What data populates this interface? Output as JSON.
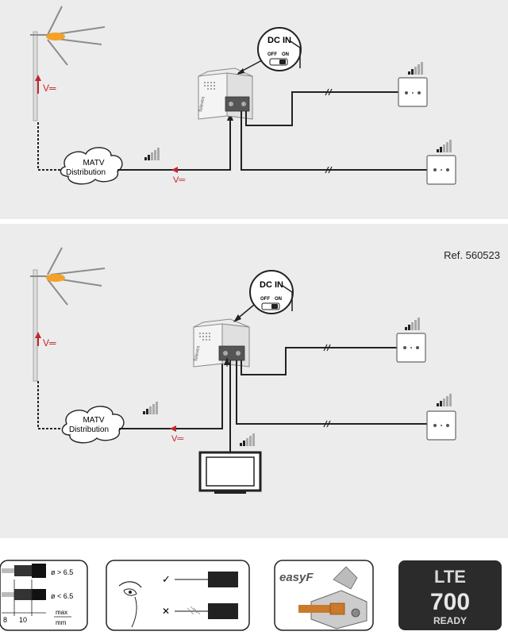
{
  "diagram_top": {
    "dc_in_label": "DC IN",
    "switch_off_label": "OFF",
    "switch_on_label": "ON",
    "voltage_label": "V═",
    "voltage_label_2": "V═",
    "matv_line1": "MATV",
    "matv_line2": "Distribution",
    "brand_label": "Televes"
  },
  "diagram_bottom": {
    "ref_label": "Ref. 560523",
    "dc_in_label": "DC IN",
    "switch_off_label": "OFF",
    "switch_on_label": "ON",
    "voltage_label": "V═",
    "voltage_label_2": "V═",
    "matv_line1": "MATV",
    "matv_line2": "Distribution",
    "brand_label": "Televes"
  },
  "footer": {
    "cable_diam_large": "ø > 6.5",
    "cable_diam_small": "ø < 6.5",
    "dim_8": "8",
    "dim_10": "10",
    "dim_max": "max",
    "dim_mm": "mm",
    "check_mark": "✓",
    "cross_mark": "✕",
    "easyf_label": "easyF",
    "lte_line1": "LTE",
    "lte_line2": "700",
    "lte_line3": "READY"
  },
  "colors": {
    "panel_bg": "#ececec",
    "arrow_red": "#c0272d",
    "antenna_orange": "#f4a226",
    "lte_badge_bg": "#2b2b2b"
  }
}
